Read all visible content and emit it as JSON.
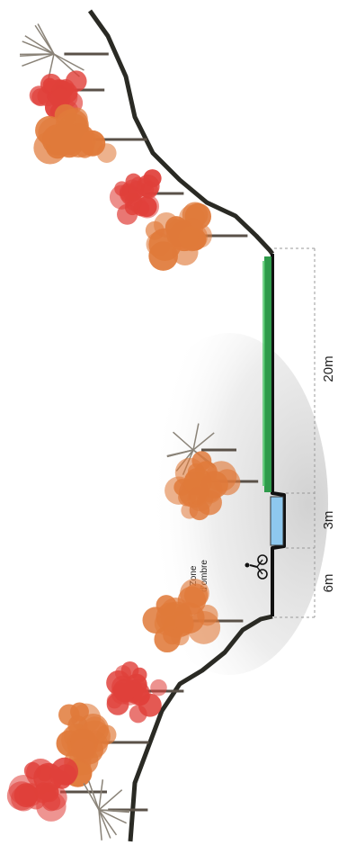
{
  "section": {
    "zone_label_line1": "Zone",
    "zone_label_line2": "d'ombre",
    "dimensions": [
      {
        "id": "dim-6m",
        "label": "6m"
      },
      {
        "id": "dim-3m",
        "label": "3m"
      },
      {
        "id": "dim-20m",
        "label": "20m"
      }
    ]
  },
  "colors": {
    "slope": "#2a2a24",
    "ground_line": "#111111",
    "water": "#8ec8ee",
    "grass": "#2e9a4a",
    "shade": "#d9d9d9",
    "dimension_line": "#999999",
    "tree_orange": "#e07a3a",
    "tree_red": "#e0403a",
    "tree_dead": "#8a8378"
  },
  "icons": {
    "cyclist": "bicycle-icon"
  }
}
